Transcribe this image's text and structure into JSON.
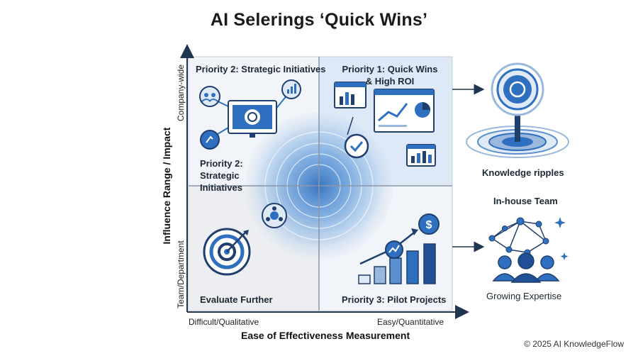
{
  "title": "AI Selerings ‘Quick Wins’",
  "axes": {
    "y_title": "Influence Range / Impact",
    "y_top": "Company-wide",
    "y_bottom": "Team/Department",
    "x_title": "Ease of Effectiveness Measurement",
    "x_left": "Difficult/Qualitative",
    "x_right": "Easy/Quantitative"
  },
  "quadrants": {
    "top_left_header": "Priority 2: Strategic Initiatives",
    "top_left_body": "Priority 2: Strategic Initiatives",
    "top_right_header": "Priority 1: Quick Wins & High ROI",
    "bottom_left": "Evaluate Further",
    "bottom_right": "Priority 3: Pilot Projects"
  },
  "side": {
    "ripples_label": "Knowledge ripples",
    "team_label": "In-house Team",
    "expertise_label": "Growing Expertise"
  },
  "copyright": "© 2025 AI KnowledgeFlow",
  "colors": {
    "primary": "#2f6fbf",
    "dark": "#1f3f6e",
    "light": "#dfeaf6",
    "panel": "#f1f3f6",
    "axis": "#1f3550"
  }
}
